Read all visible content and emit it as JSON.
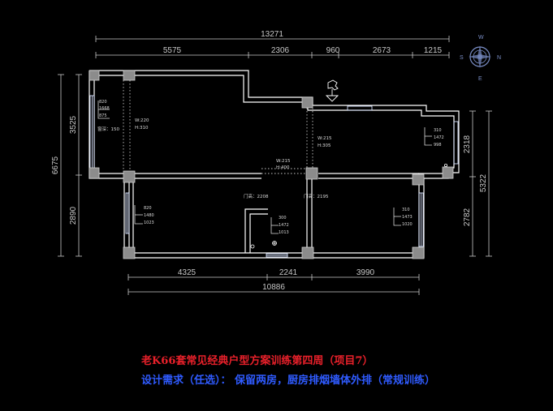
{
  "dimensions": {
    "top_total": "13271",
    "top_segments": [
      "5575",
      "2306",
      "960",
      "2673",
      "1215"
    ],
    "bottom_segments": [
      "4325",
      "2241",
      "3990"
    ],
    "bottom_total": "10886",
    "left_total": "6675",
    "left_upper": "3525",
    "left_lower": "2890",
    "right_upper": "2318",
    "right_lower": "2782",
    "right_total": "5322"
  },
  "compass": {
    "n": "N",
    "s": "S",
    "w": "W",
    "e": "E"
  },
  "windows": {
    "top_left": [
      "820",
      "1668",
      "875"
    ],
    "right_upper": [
      "310",
      "1472",
      "998"
    ],
    "bottom_left": [
      "820",
      "1480",
      "1023"
    ],
    "bottom_mid": [
      "300",
      "1472",
      "1013"
    ],
    "bottom_right": [
      "310",
      "1473",
      "1020"
    ]
  },
  "notes": {
    "sill_height": "窗深：150",
    "beam_left_w": "W:220",
    "beam_left_h": "H:310",
    "beam_right_w": "W:215",
    "beam_right_h": "H:305",
    "beam_mid_w": "W:215",
    "beam_mid_h": "H:400",
    "door_left": "门高：2208",
    "door_right": "门高：2195"
  },
  "caption": {
    "line1": "老K66套常见经典户型方案训练第四周（项目7）",
    "line2": "设计需求（任选）： 保留两房，厨房排烟墙体外排（常规训练）"
  },
  "colors": {
    "background": "#000000",
    "wall": "#ffffff",
    "dimension": "#c8c8c8",
    "caption1": "#e8202a",
    "caption2": "#2f5bff",
    "compass": "#7b8fc8"
  }
}
